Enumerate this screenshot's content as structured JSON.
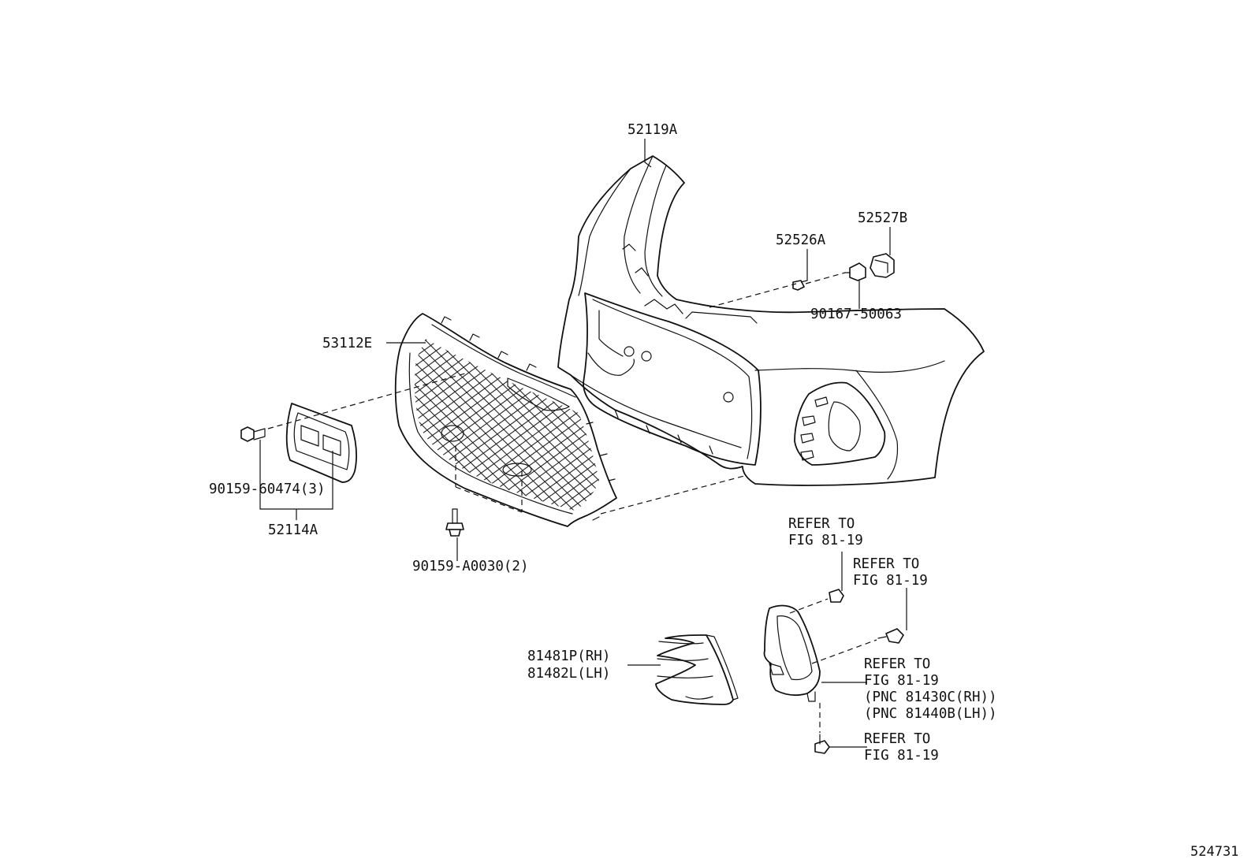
{
  "labels": {
    "bumper_cover": "52119A",
    "clip_a": "52526A",
    "retainer_b": "52527B",
    "clip_screw": "90167-50063",
    "grille": "53112E",
    "license_bolt": "90159-60474(3)",
    "license_bracket": "52114A",
    "grille_screw": "90159-A0030(2)",
    "fog_cover_rh": "81481P(RH)",
    "fog_cover_lh": "81482L(LH)",
    "refer1_l1": "REFER TO",
    "refer1_l2": "FIG 81-19",
    "refer2_l1": "REFER TO",
    "refer2_l2": "FIG 81-19",
    "refer3_l1": "REFER TO",
    "refer3_l2": "FIG 81-19",
    "refer3_l3": "(PNC 81430C(RH))",
    "refer3_l4": "(PNC 81440B(LH))",
    "refer4_l1": "REFER TO",
    "refer4_l2": "FIG 81-19",
    "diagram_number": "524731"
  }
}
